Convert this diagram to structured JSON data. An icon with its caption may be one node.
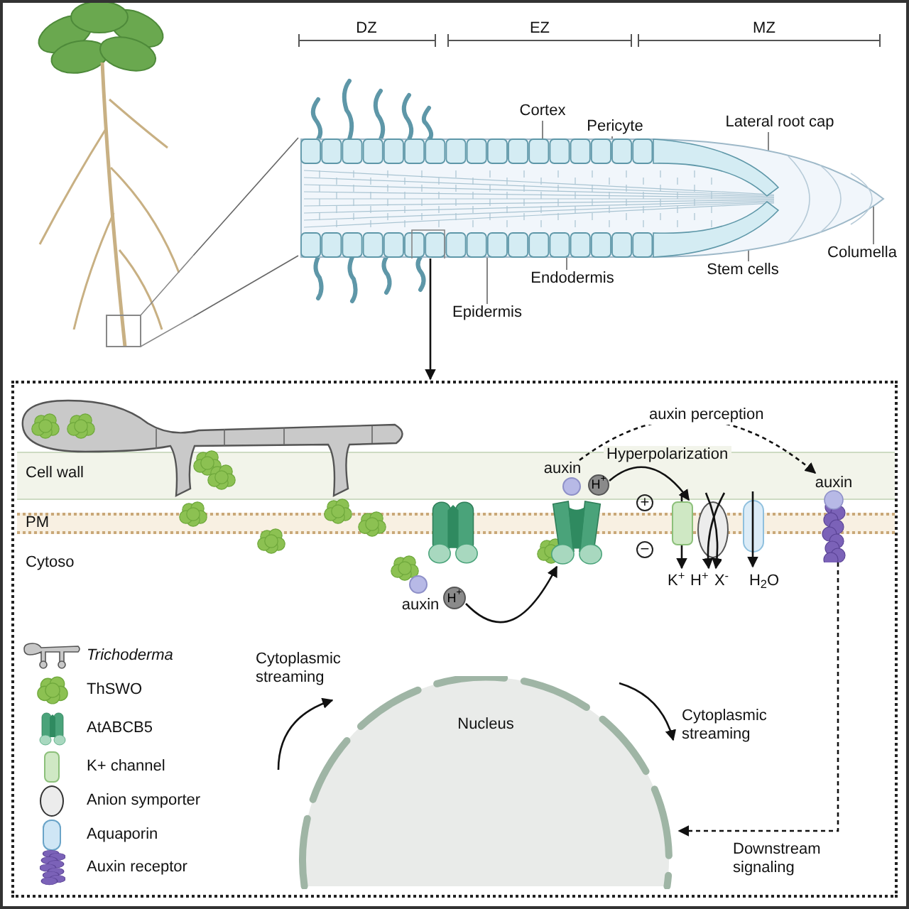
{
  "diagram": {
    "nodes": [
      {
        "text": [],
        "shape": "picture"
      },
      {
        "text": [],
        "shape": "picture"
      },
      {
        "text": [
          "Cortex"
        ]
      },
      {
        "text": [
          "Pericyte"
        ]
      },
      {
        "text": [
          "Lateral root cap"
        ]
      },
      {
        "text": [
          "Endodermis"
        ]
      },
      {
        "text": [
          "Stem cells"
        ]
      },
      {
        "text": [
          "Columella"
        ]
      },
      {
        "text": [
          "Epidermis"
        ]
      },
      {
        "text": [],
        "shape": "box"
      },
      {
        "text": [
          "auxin"
        ],
        "in": 9
      },
      {
        "text": [
          "H$^{+}$"
        ],
        "in": 9
      },
      {
        "text": [],
        "shape": "picture",
        "in": 9
      },
      {
        "text": [
          "auxin"
        ],
        "in": 9
      },
      {
        "text": [
          "H$^{+}$"
        ],
        "in": 9
      },
      {
        "text": [
          "auxin"
        ],
        "in": 9
      },
      {
        "text": [
          "Nucleus"
        ],
        "in": 9
      },
      {
        "text": [],
        "shape": "bar",
        "in": 9
      }
    ],
    "edges": [
      {
        "from": 0,
        "to": 1,
        "arrow": "none"
      },
      {
        "from": 0,
        "to": 1,
        "arrow": "none"
      },
      {
        "from": 1,
        "to": 9,
        "arrow": "to"
      },
      {
        "from": 2,
        "to": 1,
        "arrow": "none"
      },
      {
        "from": 3,
        "to": 1,
        "arrow": "none"
      },
      {
        "from": 4,
        "to": 1,
        "arrow": "none"
      },
      {
        "from": 5,
        "to": 1,
        "arrow": "none"
      },
      {
        "from": 6,
        "to": 1,
        "arrow": "none"
      },
      {
        "from": 7,
        "to": 1,
        "arrow": "none"
      },
      {
        "from": 8,
        "to": 1,
        "arrow": "none"
      },
      {
        "from": 11,
        "to": 12,
        "arrow": "to"
      },
      {
        "from": 14,
        "to": 17,
        "arrow": "to",
        "label": "Hyperpolarization"
      },
      {
        "from": 13,
        "to": 15,
        "arrow": "to",
        "label": "auxin perception",
        "style": "dashed"
      },
      {
        "from": 15,
        "to": 16,
        "arrow": "to",
        "label": "Downstream signaling",
        "style": "dashed"
      }
    ],
    "labels": [
      "DZ",
      "EZ",
      "MZ",
      "Cell wall",
      "PM",
      "Cytoso",
      "+",
      "−",
      "K$^{+}$",
      "H$^{+}$",
      "X$^{-}$",
      "H$_{2}$O",
      "Cytoplasmic streaming",
      "Cytoplasmic streaming"
    ],
    "legend": [
      {
        "text": "Trichoderma"
      },
      {
        "text": "ThSWO"
      },
      {
        "text": "AtABCB5"
      },
      {
        "text": "K+ channel"
      },
      {
        "text": "Anion symporter"
      },
      {
        "text": "Aquaporin"
      },
      {
        "text": "Auxin receptor"
      }
    ]
  }
}
